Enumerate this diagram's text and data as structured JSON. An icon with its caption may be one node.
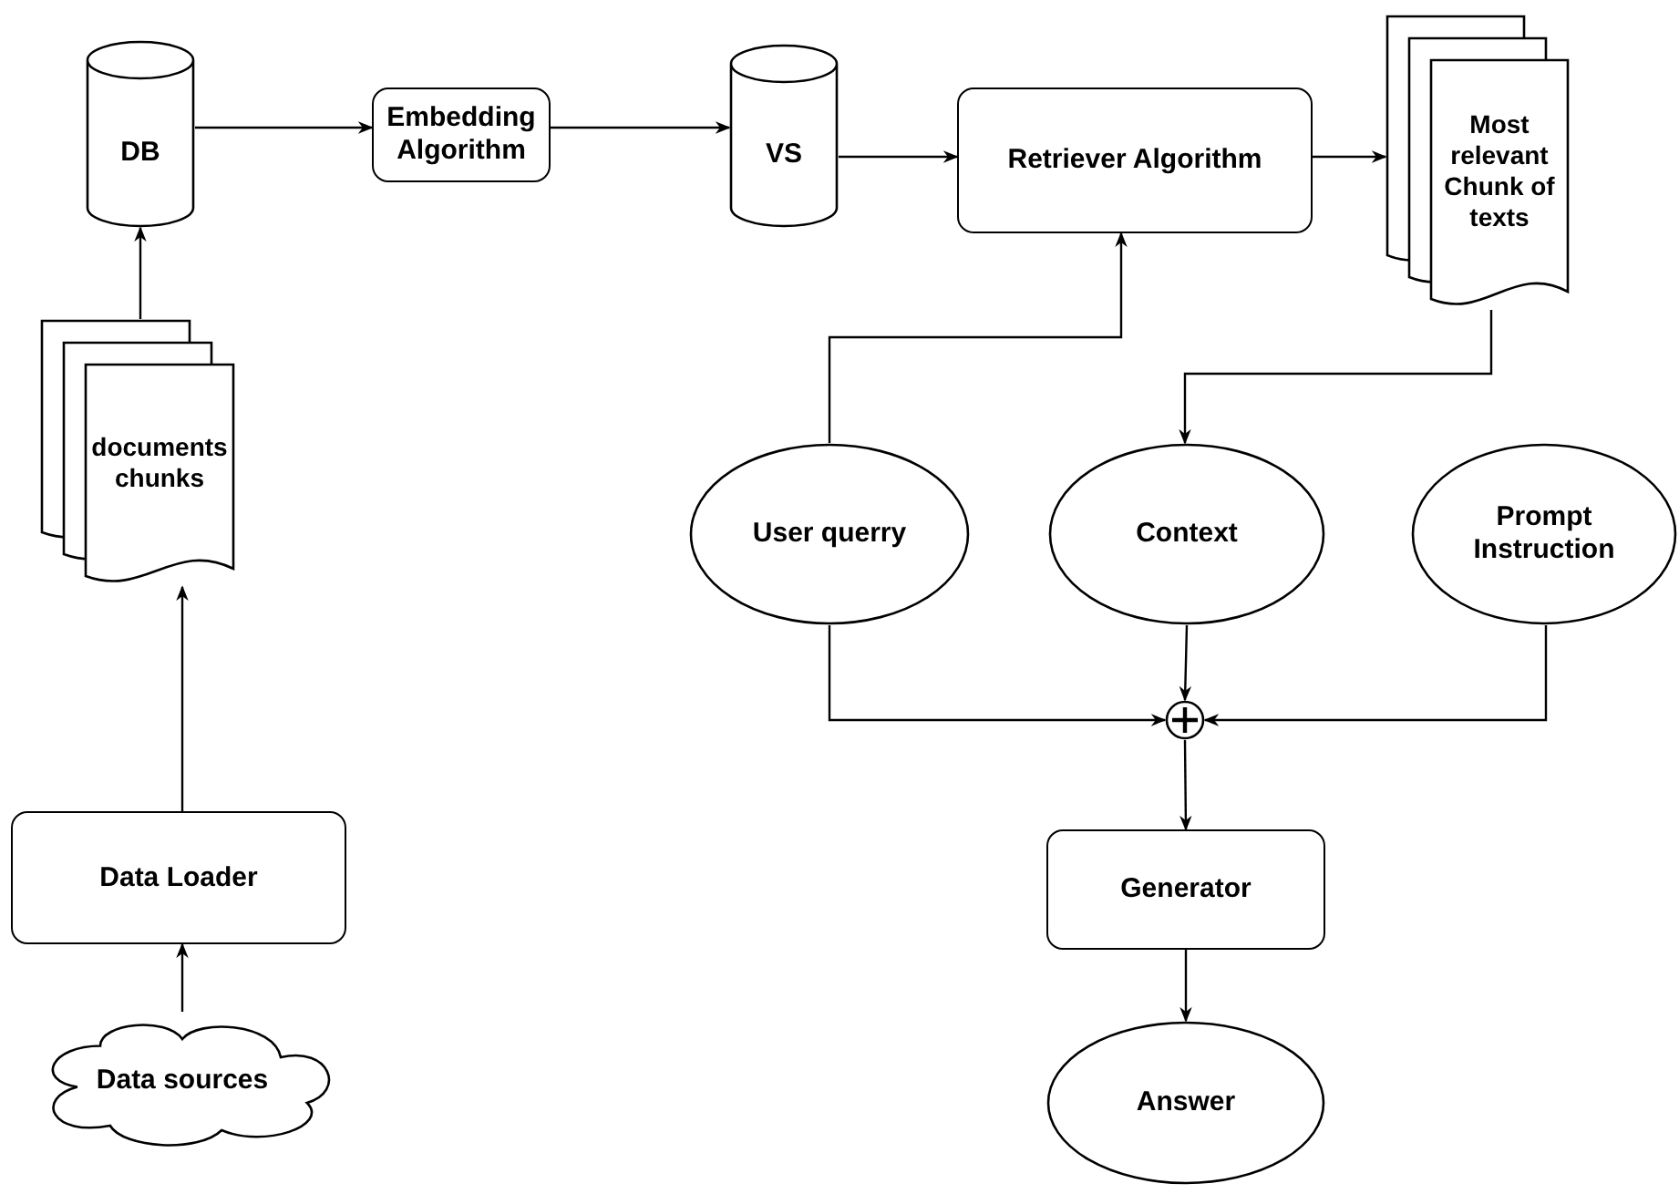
{
  "diagram": {
    "nodes": [
      {
        "text": [
          "DB"
        ]
      },
      {
        "text": [
          "Embedding Algorithm"
        ]
      },
      {
        "text": [
          "VS"
        ]
      },
      {
        "text": [
          "Retriever Algorithm"
        ]
      },
      {
        "text": [
          "Most relevant Chunk of texts"
        ]
      },
      {
        "text": [
          "documents chunks"
        ]
      },
      {
        "text": [
          "Data Loader"
        ]
      },
      {
        "text": [
          "Data sources"
        ]
      },
      {
        "text": [
          "User querry"
        ]
      },
      {
        "text": [
          "Context"
        ]
      },
      {
        "text": [
          "Prompt Instruction"
        ]
      },
      {
        "text": [],
        "shape": "circle"
      },
      {
        "text": [
          "Generator"
        ]
      },
      {
        "text": [
          "Answer"
        ]
      }
    ],
    "edges": [
      {
        "from": 7,
        "to": 6,
        "arrow": "to"
      },
      {
        "from": 6,
        "to": 5,
        "arrow": "to"
      },
      {
        "from": 5,
        "to": 0,
        "arrow": "to"
      },
      {
        "from": 0,
        "to": 1,
        "arrow": "to"
      },
      {
        "from": 1,
        "to": 2,
        "arrow": "to"
      },
      {
        "from": 2,
        "to": 3,
        "arrow": "to"
      },
      {
        "from": 3,
        "to": 4,
        "arrow": "to"
      },
      {
        "from": 8,
        "to": 3,
        "arrow": "to"
      },
      {
        "from": 4,
        "to": 9,
        "arrow": "to"
      },
      {
        "from": 8,
        "to": 11,
        "arrow": "to"
      },
      {
        "from": 9,
        "to": 11,
        "arrow": "to"
      },
      {
        "from": 10,
        "to": 11,
        "arrow": "to"
      },
      {
        "from": 11,
        "to": 12,
        "arrow": "to"
      },
      {
        "from": 12,
        "to": 13,
        "arrow": "to"
      }
    ]
  }
}
